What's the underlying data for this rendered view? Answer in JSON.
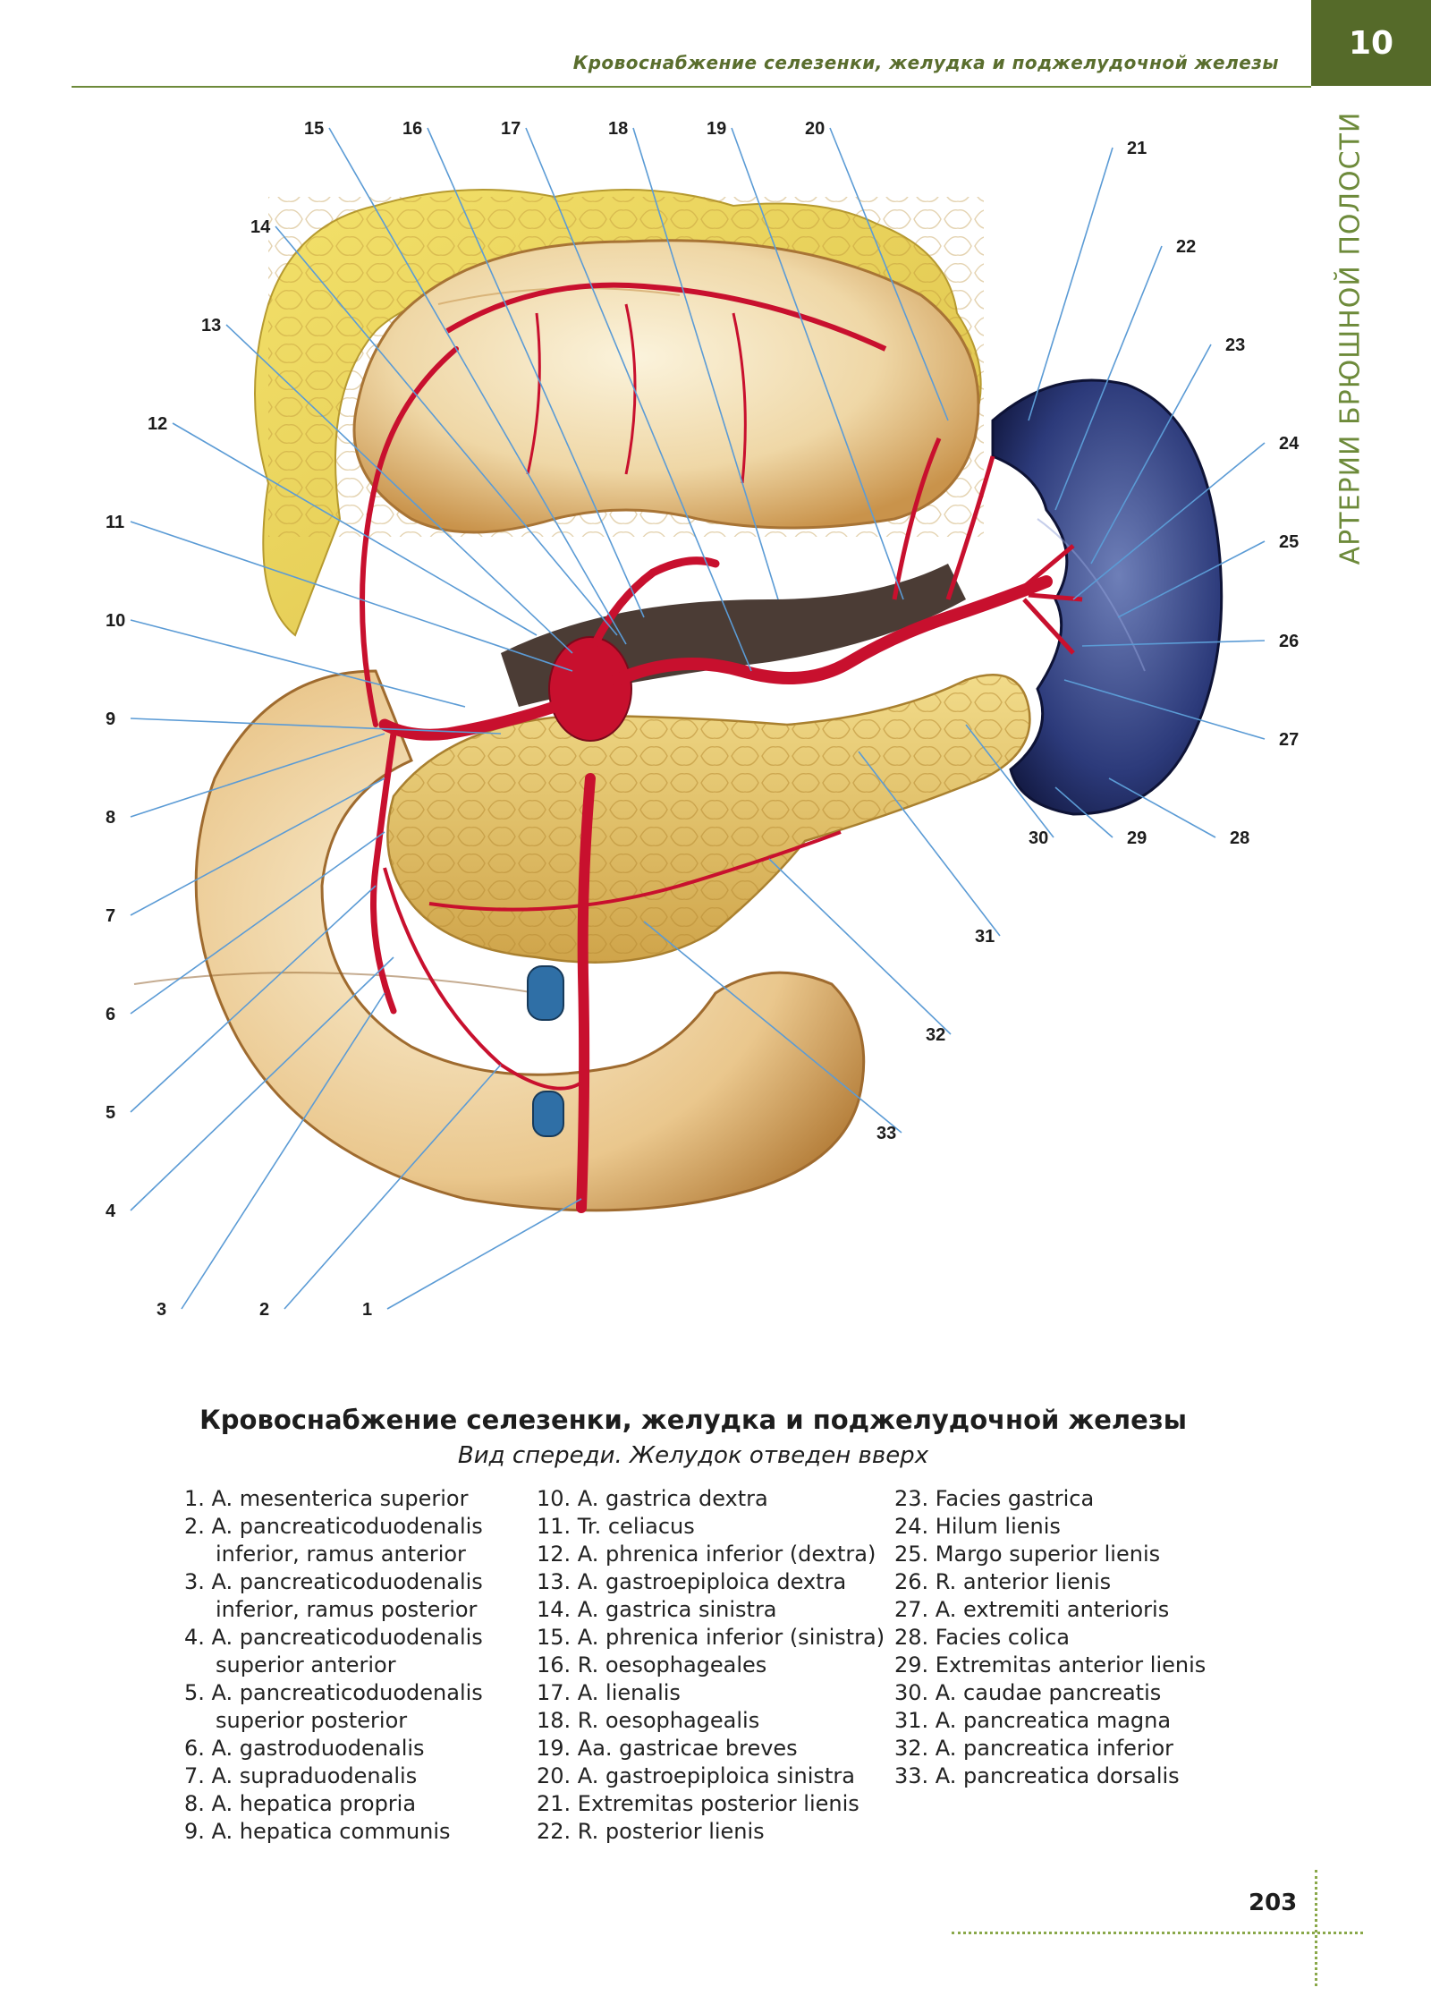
{
  "header": {
    "running_title": "Кровоснабжение селезенки, желудка и поджелудочной железы",
    "chapter_number": "10",
    "side_section": "АРТЕРИИ БРЮШНОЙ ПОЛОСТИ"
  },
  "figure": {
    "callouts": [
      "1",
      "2",
      "3",
      "4",
      "5",
      "6",
      "7",
      "8",
      "9",
      "10",
      "11",
      "12",
      "13",
      "14",
      "15",
      "16",
      "17",
      "18",
      "19",
      "20",
      "21",
      "22",
      "23",
      "24",
      "25",
      "26",
      "27",
      "28",
      "29",
      "30",
      "31",
      "32",
      "33"
    ]
  },
  "caption": {
    "title": "Кровоснабжение селезенки, желудка и поджелудочной железы",
    "subtitle": "Вид спереди. Желудок отведен вверх"
  },
  "legend": {
    "col1": [
      {
        "line1": "1. A. mesenterica superior"
      },
      {
        "line1": "2. A. pancreaticoduodenalis",
        "line2": "inferior, ramus anterior"
      },
      {
        "line1": "3. A. pancreaticoduodenalis",
        "line2": "inferior, ramus posterior"
      },
      {
        "line1": "4. A. pancreaticoduodenalis",
        "line2": "superior anterior"
      },
      {
        "line1": "5. A. pancreaticoduodenalis",
        "line2": "superior posterior"
      },
      {
        "line1": "6. A. gastroduodenalis"
      },
      {
        "line1": "7. A. supraduodenalis"
      },
      {
        "line1": "8. A. hepatica propria"
      },
      {
        "line1": "9. A. hepatica communis"
      }
    ],
    "col2": [
      {
        "line1": "10. A. gastrica dextra"
      },
      {
        "line1": "11. Tr. celiacus"
      },
      {
        "line1": "12. A. phrenica inferior (dextra)"
      },
      {
        "line1": "13. A. gastroepiploica dextra"
      },
      {
        "line1": "14. A. gastrica sinistra"
      },
      {
        "line1": "15. A. phrenica inferior (sinistra)"
      },
      {
        "line1": "16. R. oesophageales"
      },
      {
        "line1": "17. A. lienalis"
      },
      {
        "line1": "18. R. oesophagealis"
      },
      {
        "line1": "19. Aa. gastricae breves"
      },
      {
        "line1": "20. A. gastroepiploica sinistra"
      },
      {
        "line1": "21. Extremitas posterior lienis"
      },
      {
        "line1": "22. R. posterior lienis"
      }
    ],
    "col3": [
      {
        "line1": "23. Facies gastrica"
      },
      {
        "line1": "24. Hilum lienis"
      },
      {
        "line1": "25. Margo superior lienis"
      },
      {
        "line1": "26. R. anterior lienis"
      },
      {
        "line1": "27. A. extremiti anterioris"
      },
      {
        "line1": "28. Facies colica"
      },
      {
        "line1": "29. Extremitas anterior lienis"
      },
      {
        "line1": "30. A. caudae pancreatis"
      },
      {
        "line1": "31. A. pancreatica magna"
      },
      {
        "line1": "32. A. pancreatica inferior"
      },
      {
        "line1": "33. A. pancreatica dorsalis"
      }
    ]
  },
  "footer": {
    "page_number": "203"
  },
  "colors": {
    "accent": "#556a29",
    "accent_light": "#8aa84a",
    "leader_line": "#5b9bd5",
    "artery": "#c8102e"
  }
}
